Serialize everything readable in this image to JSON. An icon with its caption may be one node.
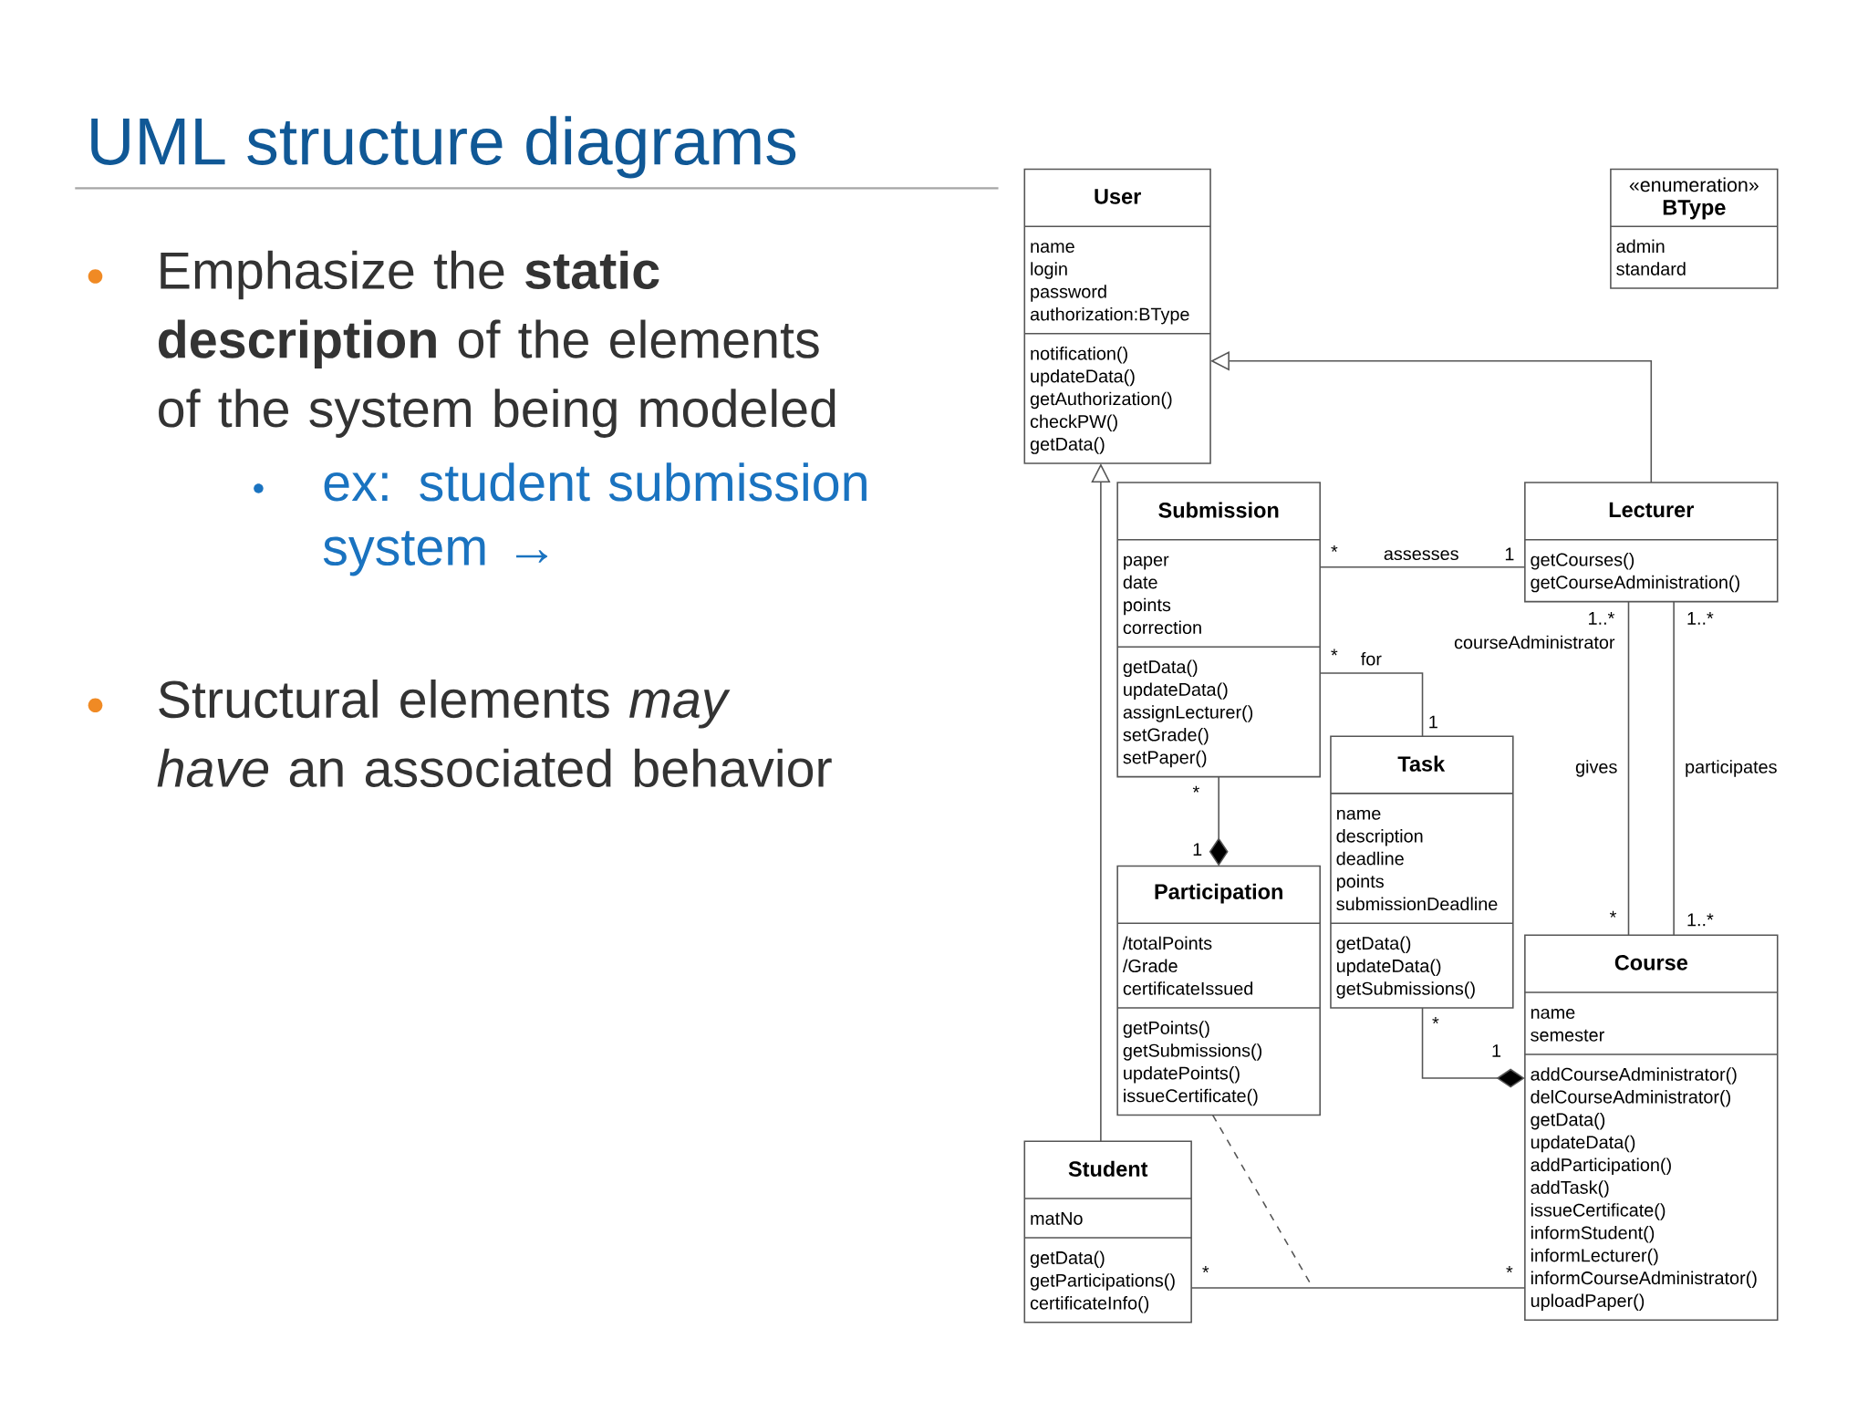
{
  "diagram": {
    "title": "UML structure diagrams",
    "nodes": [
      {
        "text": [
          "User",
          "name",
          "login",
          "password",
          "authorization:BType",
          "notification()",
          "updateData()",
          "getAuthorization()",
          "checkPW()",
          "getData()"
        ]
      },
      {
        "text": [
          "«enumeration»",
          "BType",
          "admin",
          "standard"
        ]
      },
      {
        "text": [
          "Submission",
          "paper",
          "date",
          "points",
          "correction",
          "getData()",
          "updateData()",
          "assignLecturer()",
          "setGrade()",
          "setPaper()"
        ]
      },
      {
        "text": [
          "Lecturer",
          "getCourses()",
          "getCourseAdministration()"
        ]
      },
      {
        "text": [
          "Task",
          "name",
          "description",
          "deadline",
          "points",
          "submissionDeadline",
          "getData()",
          "updateData()",
          "getSubmissions()"
        ]
      },
      {
        "text": [
          "Participation",
          "/totalPoints",
          "/Grade",
          "certificateIssued",
          "getPoints()",
          "getSubmissions()",
          "updatePoints()",
          "issueCertificate()"
        ]
      },
      {
        "text": [
          "Course",
          "name",
          "semester",
          "addCourseAdministrator()",
          "delCourseAdministrator()",
          "getData()",
          "updateData()",
          "addParticipation()",
          "addTask()",
          "issueCertificate()",
          "informStudent()",
          "informLecturer()",
          "informCourseAdministrator()",
          "uploadPaper()"
        ]
      },
      {
        "text": [
          "Student",
          "matNo",
          "getData()",
          "getParticipations()",
          "certificateInfo()"
        ]
      }
    ],
    "edges": [
      {
        "from": 3,
        "to": 0,
        "arrow": "to"
      },
      {
        "from": 7,
        "to": 0,
        "arrow": "to"
      },
      {
        "from": 2,
        "to": 3,
        "arrow": "none",
        "label": "assesses"
      },
      {
        "from": 2,
        "to": 4,
        "arrow": "none",
        "label": "for"
      },
      {
        "from": 2,
        "to": 5,
        "arrow": "other"
      },
      {
        "from": 4,
        "to": 6,
        "arrow": "other"
      },
      {
        "from": 3,
        "to": 6,
        "arrow": "none",
        "label": "gives"
      },
      {
        "from": 3,
        "to": 6,
        "arrow": "none",
        "label": "participates"
      },
      {
        "from": 7,
        "to": 6,
        "arrow": "none"
      },
      {
        "from": 5,
        "to": null,
        "arrow": "none",
        "style": "dashed"
      }
    ],
    "labels": [
      "Emphasize the **static description** of the elements of the system being modeled",
      "ex: student submission system →",
      "Structural elements *may have* an associated behavior",
      "*",
      "1",
      "*",
      "1",
      "*",
      "1",
      "1..*",
      "courseAdministrator",
      "1..*",
      "*",
      "1..*",
      "*",
      "1",
      "*",
      "*"
    ]
  }
}
